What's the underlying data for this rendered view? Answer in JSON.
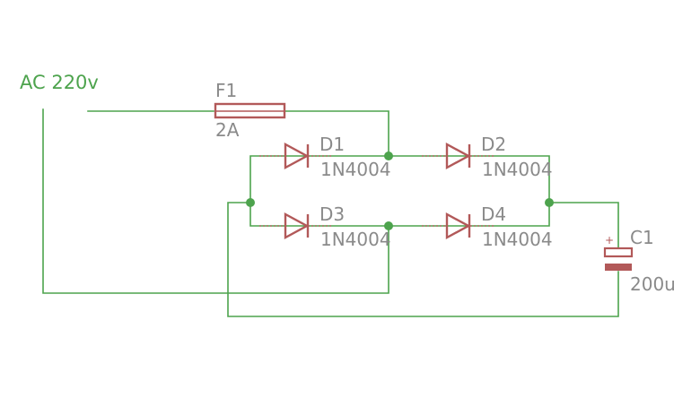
{
  "colors": {
    "wire": "#4da34d",
    "part": "#b25959",
    "label": "#8a8a8a",
    "source_label": "#4da34d"
  },
  "source": {
    "label": "AC 220v"
  },
  "fuse": {
    "name": "F1",
    "value": "2A"
  },
  "diodes": [
    {
      "name": "D1",
      "value": "1N4004"
    },
    {
      "name": "D2",
      "value": "1N4004"
    },
    {
      "name": "D3",
      "value": "1N4004"
    },
    {
      "name": "D4",
      "value": "1N4004"
    }
  ],
  "capacitor": {
    "name": "C1",
    "value": "200u",
    "polarity": "+"
  }
}
